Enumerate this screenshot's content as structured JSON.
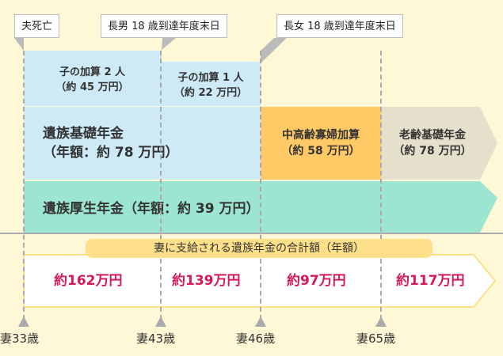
{
  "callouts": [
    "夫死亡",
    "長男 18 歳到達年度末日",
    "長女 18 歳到達年度末日"
  ],
  "blocks": {
    "child2": [
      "子の加算 2 人",
      "（約 45 万円）"
    ],
    "child1": [
      "子の加算 1 人",
      "（約 22 万円）"
    ],
    "basic": [
      "遺族基礎年金",
      "（年額：約 78 万円）"
    ],
    "middle": [
      "中高齢寡婦加算",
      "（約 58 万円）"
    ],
    "old": [
      "老齢基礎年金",
      "（約 78 万円）"
    ],
    "welfare": "遺族厚生年金（年額：約 39 万円）"
  },
  "total_label": "妻に支給される遺族年金の合計額（年額）",
  "totals": [
    "約162万円",
    "約139万円",
    "約97万円",
    "約117万円"
  ],
  "ages": [
    "妻33歳",
    "妻43歳",
    "妻46歳",
    "妻65歳"
  ],
  "colors": {
    "blue": "#cdeaf6",
    "teal": "#9ce5d1",
    "orange": "#ffc966",
    "gray": "#e5e0cc",
    "accent": "#d6195b"
  }
}
